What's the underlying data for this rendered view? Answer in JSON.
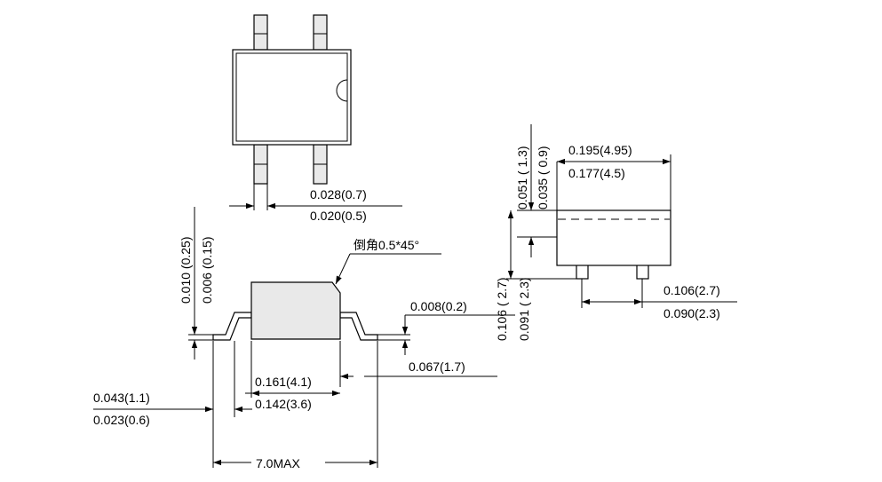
{
  "top_view": {
    "lead_width_max": "0.028(0.7)",
    "lead_width_min": "0.020(0.5)"
  },
  "front_view": {
    "chamfer_note": "倒角0.5*45°",
    "lead_thickness_max": "0.010 (0.25)",
    "lead_thickness_min": "0.006 (0.15)",
    "standoff": "0.008(0.2)",
    "lead_length": "0.067(1.7)",
    "body_length_max": "0.161(4.1)",
    "body_length_min": "0.142(3.6)",
    "foot_length_max": "0.043(1.1)",
    "foot_length_min": "0.023(0.6)",
    "overall_length": "7.0MAX"
  },
  "side_view": {
    "offset_max": "0.051 ( 1.3)",
    "offset_min": "0.035 ( 0.9)",
    "body_width_max": "0.195(4.95)",
    "body_width_min": "0.177(4.5)",
    "height_max": "0.106 ( 2.7)",
    "height_min": "0.091 ( 2.3)",
    "lead_pitch_max": "0.106(2.7)",
    "lead_pitch_min": "0.090(2.3)"
  }
}
